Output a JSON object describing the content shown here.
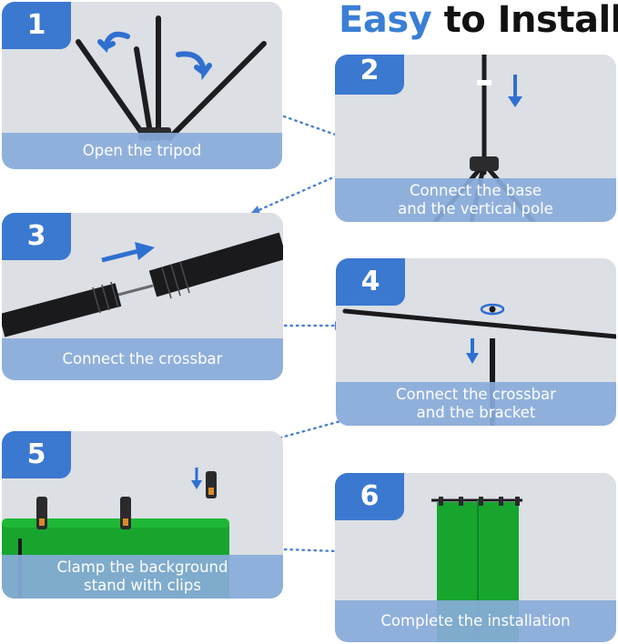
{
  "title": {
    "part1": "Easy",
    "part2": "to Install"
  },
  "steps": [
    {
      "number": "1",
      "caption_line1": "Open the tripod",
      "caption_line2": ""
    },
    {
      "number": "2",
      "caption_line1": "Connect the base",
      "caption_line2": "and the vertical pole"
    },
    {
      "number": "3",
      "caption_line1": "Connect the crossbar",
      "caption_line2": ""
    },
    {
      "number": "4",
      "caption_line1": "Connect the crossbar",
      "caption_line2": "and the bracket"
    },
    {
      "number": "5",
      "caption_line1": "Clamp the background",
      "caption_line2": "stand with clips"
    },
    {
      "number": "6",
      "caption_line1": "Complete the installation",
      "caption_line2": ""
    }
  ],
  "colors": {
    "accent": "#3b78d0",
    "title_blue": "#3a7fd5",
    "caption_bg": "#89abdb",
    "card_bg": "#dcdfe4",
    "green_screen": "#17a52e"
  }
}
